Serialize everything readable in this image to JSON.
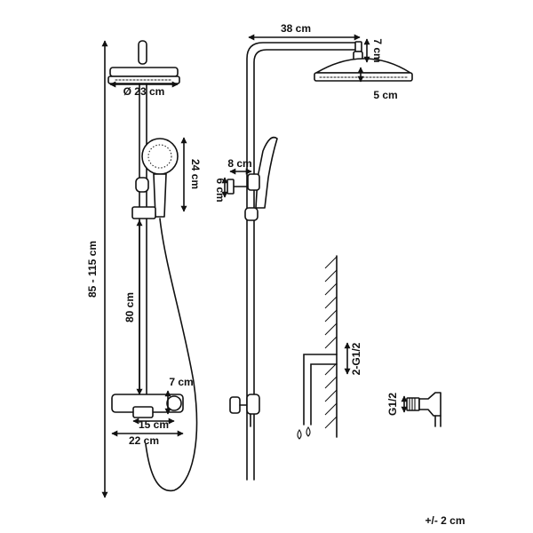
{
  "dimensions": {
    "overall_height": "85 - 115 cm",
    "rain_head_diameter": "Ø 23 cm",
    "hand_shower_length": "24 cm",
    "slide_rail_length": "80 cm",
    "mixer_height": "7 cm",
    "mixer_depth": "15 cm",
    "mixer_width": "22 cm",
    "arm_reach": "38 cm",
    "arm_drop": "7 cm",
    "head_thickness": "5 cm",
    "holder_depth": "8 cm",
    "holder_height": "6 cm",
    "connection_thread": "2-G1/2",
    "eccentric_thread": "G1/2"
  },
  "tolerance": "+/- 2 cm"
}
